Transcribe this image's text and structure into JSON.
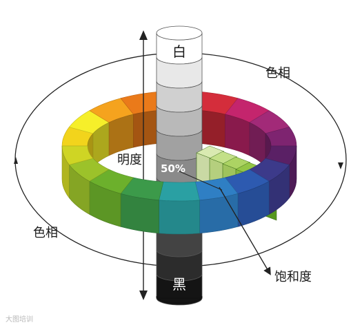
{
  "labels": {
    "white": "白",
    "black": "黑",
    "hue_top": "色相",
    "hue_left": "色相",
    "value": "明度",
    "saturation": "饱和度",
    "percent": "50%"
  },
  "watermark": "大图培训",
  "colors": {
    "background": "#ffffff",
    "ring_top": [
      "#f2d41c",
      "#f6ef2a",
      "#f5a31e",
      "#ea7a1a",
      "#e24b20",
      "#d42d3b",
      "#c4256d",
      "#a22a78",
      "#7e2470",
      "#5a2065",
      "#3c3a8a",
      "#2d5ab0",
      "#2f7fc4",
      "#2aa0a3",
      "#3c9a4a",
      "#6cb02c",
      "#9cc22a",
      "#cfd524"
    ],
    "cylinder_white": "#ffffff",
    "cylinder_black": "#141414",
    "saturation_wedge": [
      "#c9d9a4",
      "#b5cf7e",
      "#9fc35c",
      "#88b640",
      "#6fa82c",
      "#56981d"
    ]
  }
}
